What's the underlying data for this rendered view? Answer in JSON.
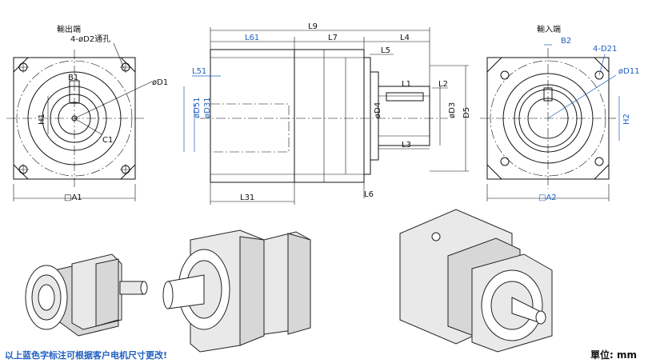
{
  "views": {
    "output": {
      "title": "輸出端",
      "hole_note": "4-øD2通孔",
      "B1": "B1",
      "D1": "øD1",
      "H1": "H1",
      "C1": "C1",
      "A1": "□A1"
    },
    "side": {
      "L9": "L9",
      "L61": "L61",
      "L7": "L7",
      "L4": "L4",
      "L5": "L5",
      "L51": "L51",
      "D51": "øD51",
      "D31": "øD31",
      "D4": "øD4",
      "L1": "L1",
      "L2": "L2",
      "D3": "øD3",
      "D5": "D5",
      "L3": "L3",
      "L31": "L31",
      "L6": "L6"
    },
    "input": {
      "title": "輸入端",
      "B2": "B2",
      "holes": "4-D21",
      "D11": "øD11",
      "H2": "H2",
      "A2": "□A2"
    }
  },
  "footer": {
    "note": "以上蓝色字标注可根据客户电机尺寸更改!",
    "unit": "單位: mm"
  },
  "colors": {
    "highlight": "#1f5fbf",
    "ink": "#111111"
  }
}
